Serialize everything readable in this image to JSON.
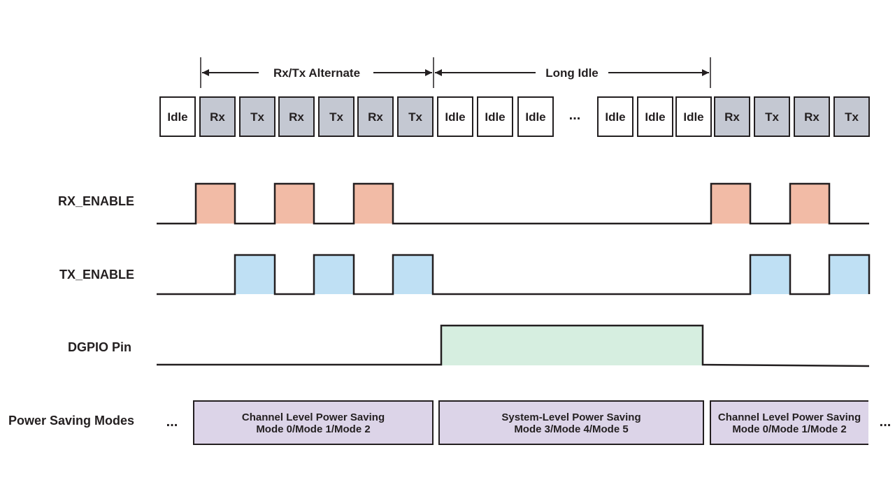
{
  "spans": [
    {
      "label": "Rx/Tx Alternate"
    },
    {
      "label": "Long Idle"
    }
  ],
  "slots": [
    {
      "label": "Idle",
      "kind": "idle"
    },
    {
      "label": "Rx",
      "kind": "active"
    },
    {
      "label": "Tx",
      "kind": "active"
    },
    {
      "label": "Rx",
      "kind": "active"
    },
    {
      "label": "Tx",
      "kind": "active"
    },
    {
      "label": "Rx",
      "kind": "active"
    },
    {
      "label": "Tx",
      "kind": "active"
    },
    {
      "label": "Idle",
      "kind": "idle"
    },
    {
      "label": "Idle",
      "kind": "idle"
    },
    {
      "label": "Idle",
      "kind": "idle"
    },
    {
      "label": "...",
      "kind": "gap"
    },
    {
      "label": "Idle",
      "kind": "idle"
    },
    {
      "label": "Idle",
      "kind": "idle"
    },
    {
      "label": "Idle",
      "kind": "idle"
    },
    {
      "label": "Rx",
      "kind": "active"
    },
    {
      "label": "Tx",
      "kind": "active"
    },
    {
      "label": "Rx",
      "kind": "active"
    },
    {
      "label": "Tx",
      "kind": "active"
    }
  ],
  "signals": {
    "rx_enable": {
      "label": "RX_ENABLE",
      "color": "#f2bba6"
    },
    "tx_enable": {
      "label": "TX_ENABLE",
      "color": "#bfe0f4"
    },
    "dgpio": {
      "label": "DGPIO Pin",
      "color": "#d6eee0"
    }
  },
  "modes": {
    "label": "Power Saving Modes",
    "leading_ellipsis": "...",
    "trailing_ellipsis": "...",
    "color": "#dcd4e8",
    "blocks": [
      {
        "line1": "Channel Level Power Saving",
        "line2": "Mode 0/Mode 1/Mode 2"
      },
      {
        "line1": "System-Level Power Saving",
        "line2": "Mode 3/Mode 4/Mode 5"
      },
      {
        "line1": "Channel Level Power Saving",
        "line2": "Mode 0/Mode 1/Mode 2"
      }
    ]
  },
  "colors": {
    "active_slot": "#c4c8d2",
    "idle_slot": "#ffffff",
    "line": "#231f20"
  }
}
